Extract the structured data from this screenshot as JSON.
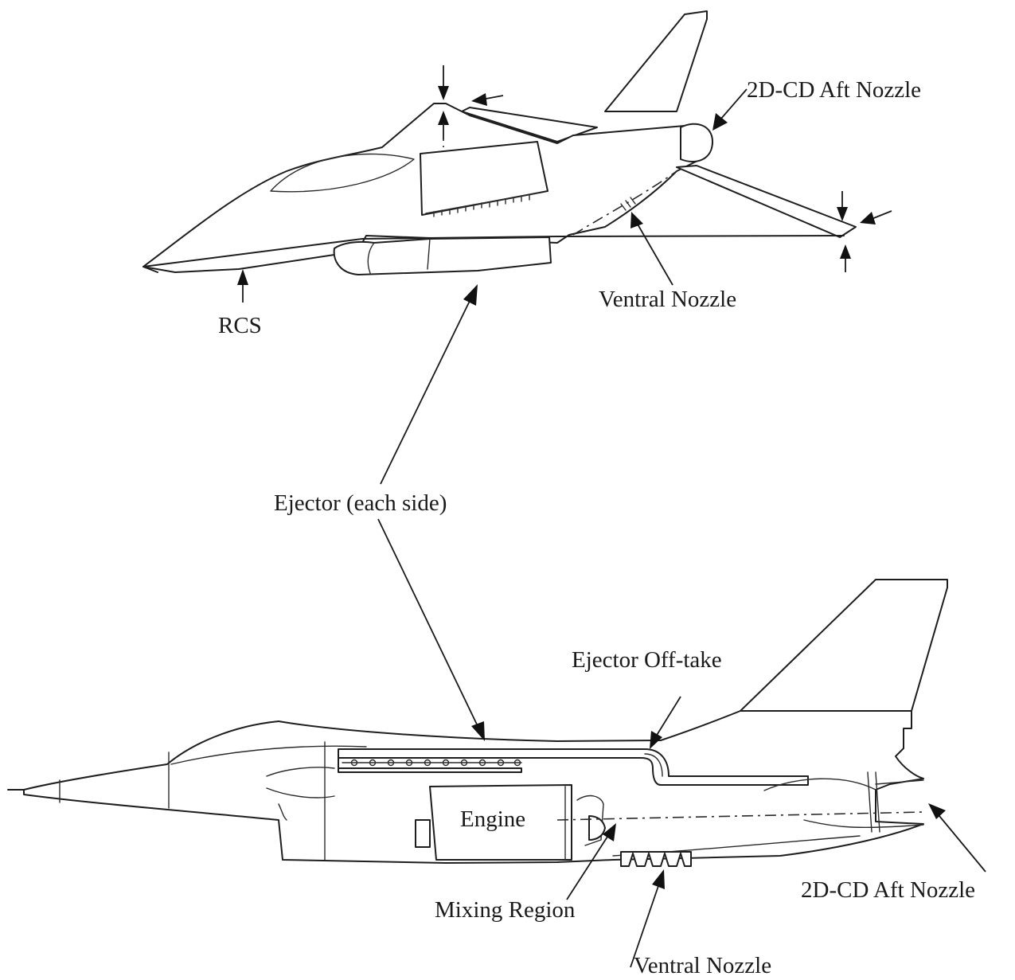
{
  "labels": {
    "aft_nozzle_top": "2D-CD Aft Nozzle",
    "ventral_nozzle_top": "Ventral Nozzle",
    "rcs": "RCS",
    "ejector_each_side": "Ejector (each side)",
    "ejector_offtake": "Ejector Off-take",
    "engine": "Engine",
    "mixing_region": "Mixing Region",
    "aft_nozzle_bottom": "2D-CD Aft Nozzle",
    "ventral_nozzle_bottom": "Ventral Nozzle"
  }
}
